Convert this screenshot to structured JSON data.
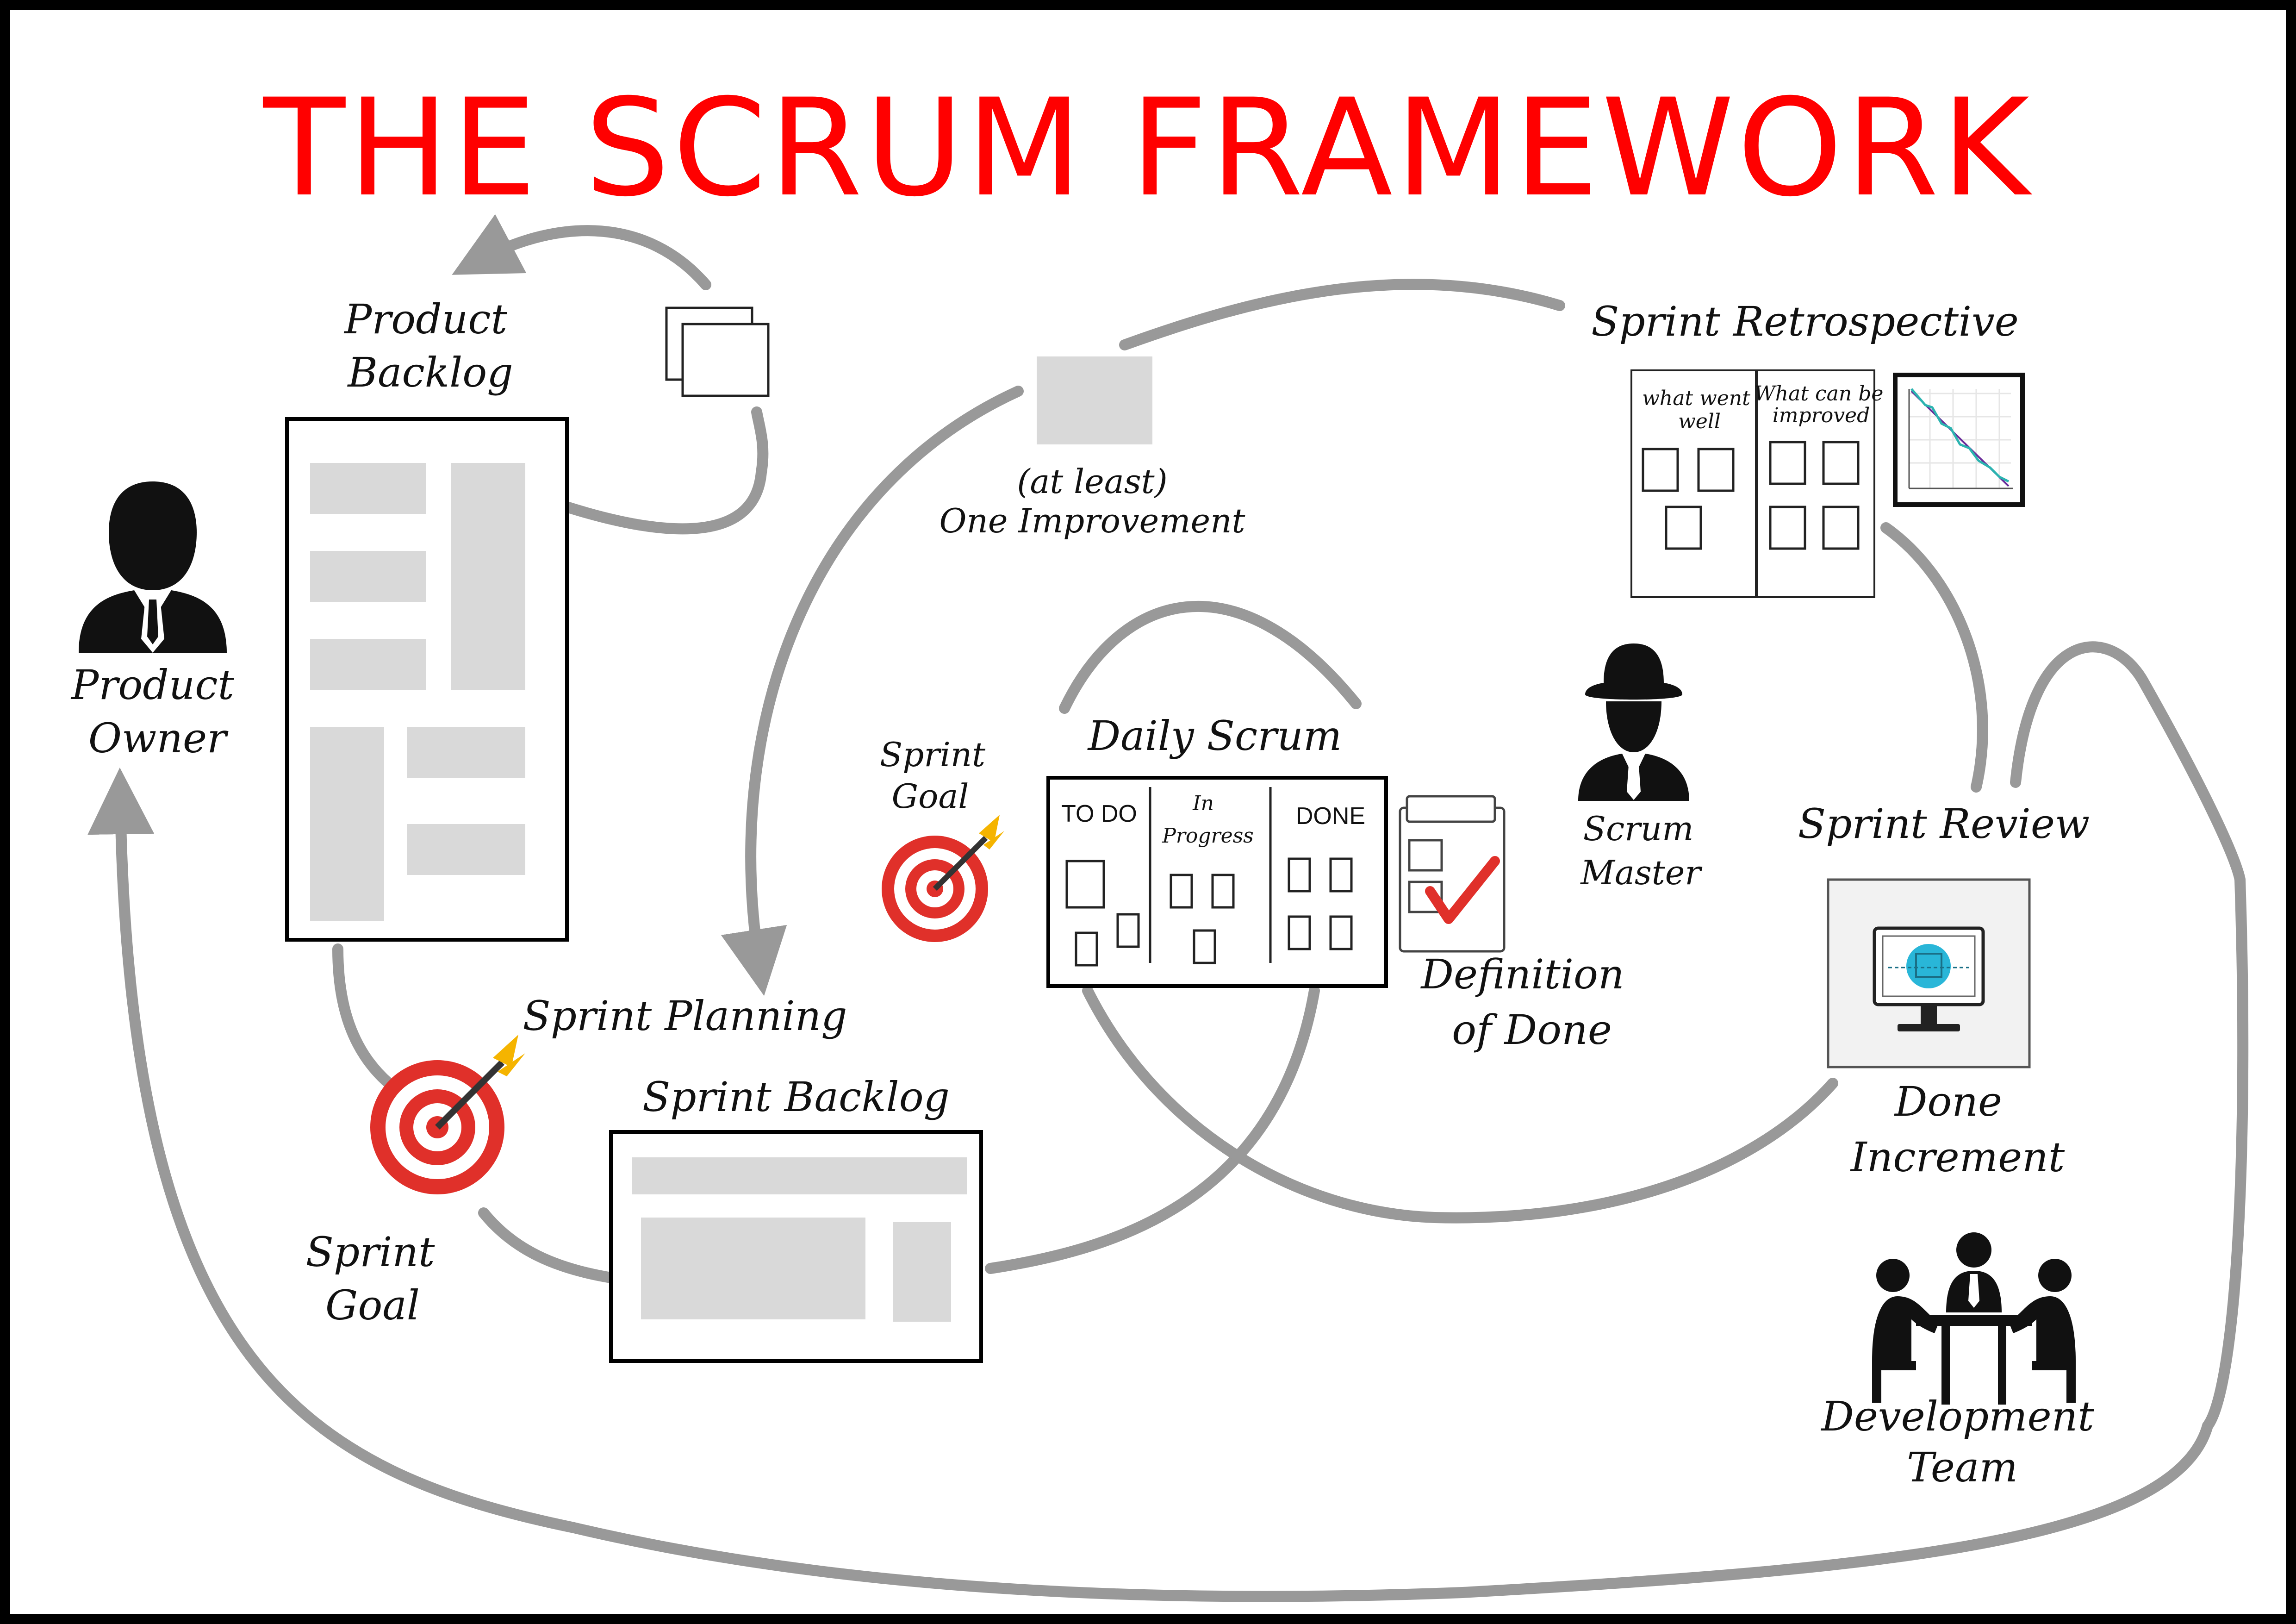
{
  "title": "THE SCRUM FRAMEWORK",
  "colors": {
    "title": "#ff0000",
    "flow_arrow": "#999999",
    "placeholder": "#d9d9d9",
    "target_red": "#e0302a",
    "arrow_gold": "#f5b400",
    "monitor_accent": "#29b6d8"
  },
  "labels": {
    "product_backlog": [
      "Product",
      "Backlog"
    ],
    "product_owner": [
      "Product",
      "Owner"
    ],
    "sprint_planning": "Sprint Planning",
    "sprint_goal_lower": [
      "Sprint",
      "Goal"
    ],
    "sprint_goal_upper": [
      "Sprint",
      "Goal"
    ],
    "sprint_backlog": "Sprint Backlog",
    "daily_scrum": "Daily Scrum",
    "definition_of_done": [
      "Definition",
      "of Done"
    ],
    "one_improvement": [
      "(at least)",
      "One Improvement"
    ],
    "sprint_retrospective": "Sprint Retrospective",
    "scrum_master": [
      "Scrum",
      "Master"
    ],
    "sprint_review": "Sprint Review",
    "done_increment": [
      "Done",
      "Increment"
    ],
    "development_team": [
      "Development",
      "Team"
    ]
  },
  "daily_scrum_board": {
    "columns": [
      "TO DO",
      "In",
      "Progress",
      "DONE"
    ]
  },
  "retro_board": {
    "columns": [
      "what went",
      "well",
      "What can be",
      "improved"
    ]
  },
  "icons": {
    "product_owner": "businessman-icon",
    "scrum_master": "hat-person-icon",
    "development_team": "team-meeting-icon",
    "sprint_goal": "target-icon",
    "definition_of_done": "checklist-icon",
    "done_increment": "monitor-product-icon",
    "burndown": "burndown-chart-icon"
  }
}
